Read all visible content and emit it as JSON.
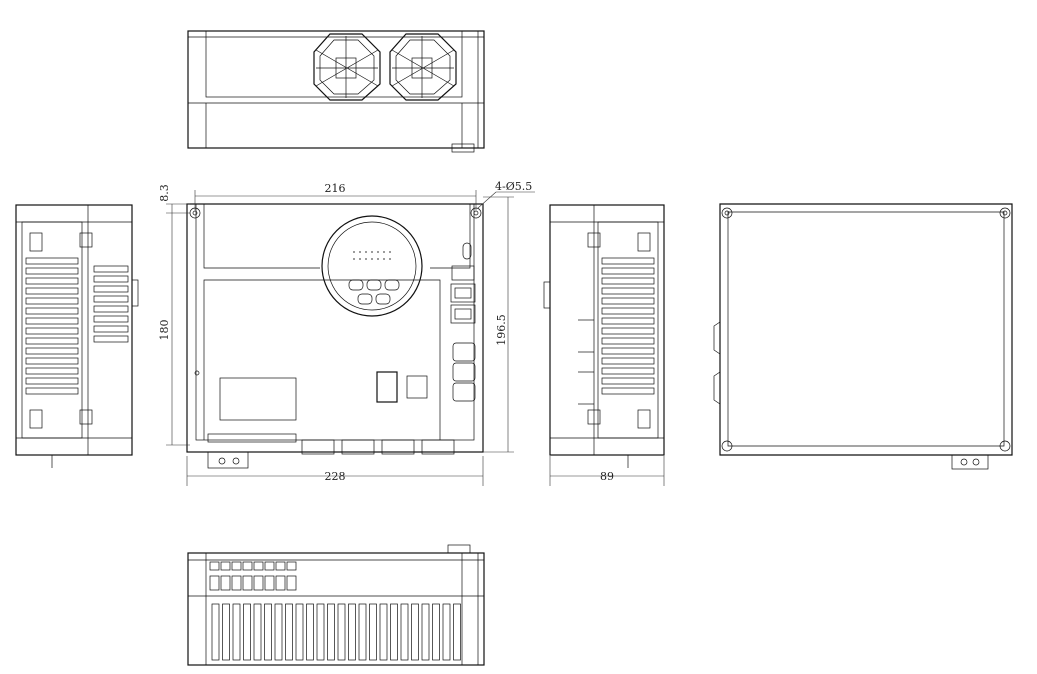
{
  "dimensions": {
    "front_width": "216",
    "overall_width": "228",
    "height_inner": "180",
    "height_overall": "196.5",
    "hole_offset": "8.3",
    "mount_holes": "4-Ø5.5",
    "depth": "89"
  },
  "colors": {
    "line": "#111111",
    "background": "#ffffff"
  }
}
